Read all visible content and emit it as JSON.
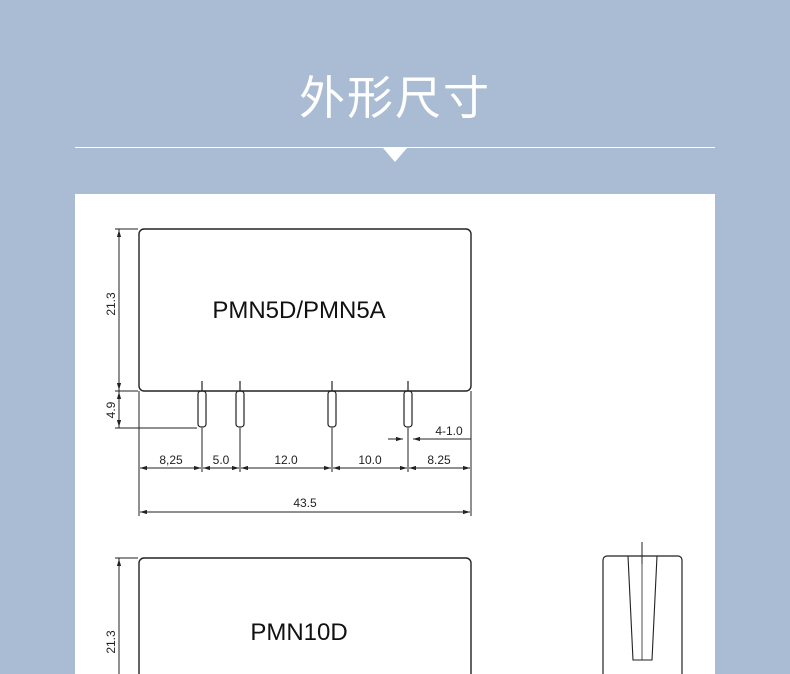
{
  "title": "外形尺寸",
  "drawing1": {
    "label": "PMN5D/PMN5A",
    "height": "21.3",
    "pin_length": "4.9",
    "pin_spec": "4-1.0",
    "spacing": [
      "8,25",
      "5.0",
      "12.0",
      "10.0",
      "8.25"
    ],
    "total_length": "43.5"
  },
  "drawing2": {
    "label": "PMN10D",
    "height": "21.3"
  }
}
